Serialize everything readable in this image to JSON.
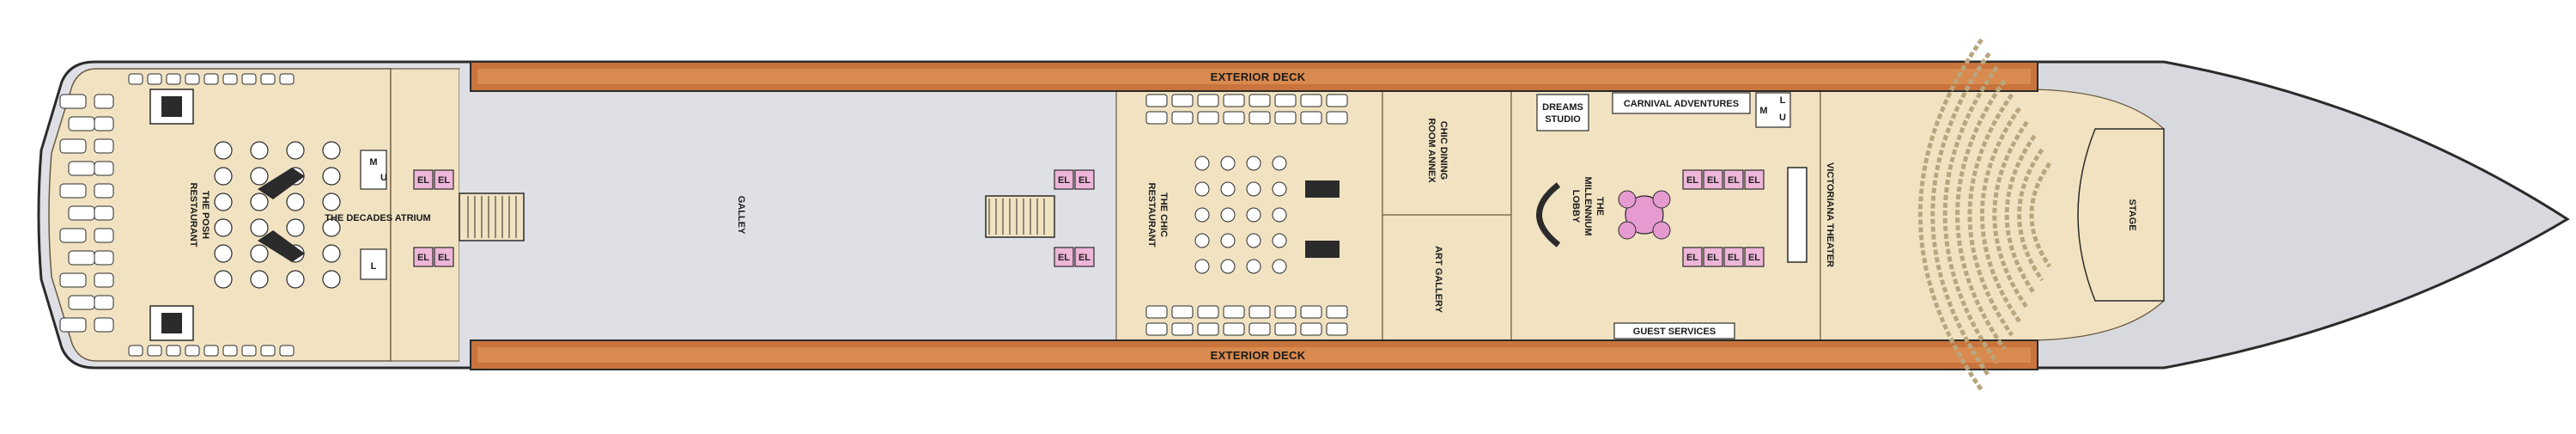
{
  "deck_plan": {
    "labels": {
      "exterior_deck_top": "EXTERIOR DECK",
      "exterior_deck_bottom": "EXTERIOR DECK",
      "galley": "GALLEY",
      "decades_atrium": "THE DECADES ATRIUM",
      "posh_restaurant_line1": "THE POSH",
      "posh_restaurant_line2": "RESTAURANT",
      "chic_restaurant_line1": "THE CHIC",
      "chic_restaurant_line2": "RESTAURANT",
      "chic_dining_annex_line1": "CHIC DINING",
      "chic_dining_annex_line2": "ROOM ANNEX",
      "art_gallery": "ART GALLERY",
      "dreams_studio_line1": "DREAMS",
      "dreams_studio_line2": "STUDIO",
      "carnival_adventures": "CARNIVAL ADVENTURES",
      "millennium_lobby_line1": "THE",
      "millennium_lobby_line2": "MILLENNIUM",
      "millennium_lobby_line3": "LOBBY",
      "victoriana_theater": "VICTORIANA THEATER",
      "guest_services": "GUEST SERVICES",
      "stage": "STAGE"
    },
    "restroom_marks": {
      "men": "M",
      "ladies": "L",
      "unisex": "U"
    },
    "elevator_label": "EL",
    "colors": {
      "hull_outline": "#2b2b2b",
      "interior_floor": "#f1e3c2",
      "open_area": "#dfe0e6",
      "exterior_deck": "#c8743c",
      "elevator": "#eeb6d9",
      "bow": "#d8d9de"
    }
  }
}
